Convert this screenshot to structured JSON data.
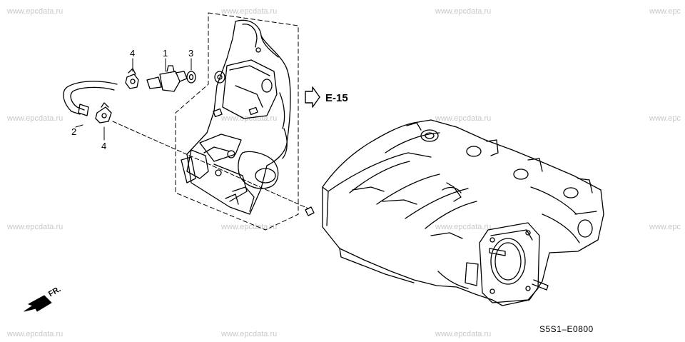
{
  "watermark": "www.epcdata.ru",
  "watermark_partial": "www.epc",
  "callouts": {
    "part_1": "1",
    "part_2": "2",
    "part_3": "3",
    "part_4_top": "4",
    "part_4_bottom": "4"
  },
  "reference": "E-15",
  "direction": "FR.",
  "diagram_code": "S5S1–E0800"
}
